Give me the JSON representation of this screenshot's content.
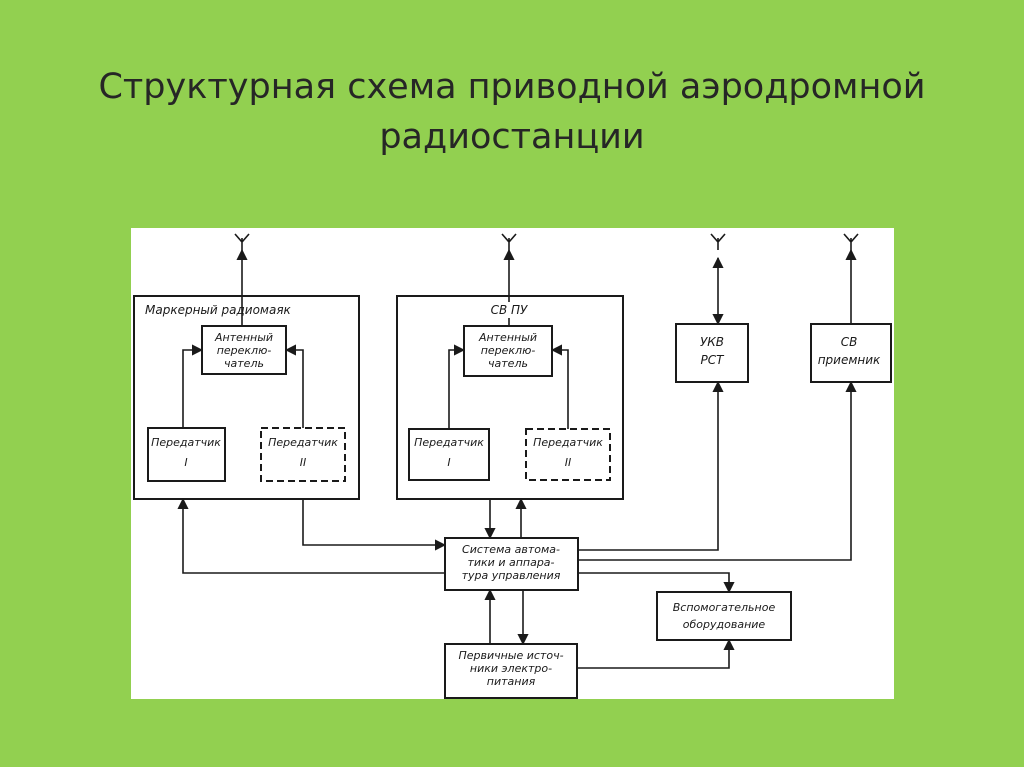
{
  "title_line1": "Структурная схема приводной аэродромной",
  "title_line2": "радиостанции",
  "diagram": {
    "marker": {
      "label": "Маркерный радиомаяк",
      "switch": [
        "Антенный",
        "переклю-",
        "чатель"
      ],
      "tx1": [
        "Передатчик",
        "I"
      ],
      "tx2": [
        "Передатчик",
        "II"
      ]
    },
    "svpu": {
      "label": "СВ ПУ",
      "switch": [
        "Антенный",
        "переклю-",
        "чатель"
      ],
      "tx1": [
        "Передатчик",
        "I"
      ],
      "tx2": [
        "Передатчик",
        "II"
      ]
    },
    "vhf": [
      "УКВ",
      "РСТ"
    ],
    "receiver": [
      "СВ",
      "приемник"
    ],
    "automation": [
      "Система автома-",
      "тики и аппара-",
      "тура управления"
    ],
    "auxiliary": [
      "Вспомогательное",
      "оборудование"
    ],
    "power": [
      "Первичные источ-",
      "ники электро-",
      "питания"
    ]
  },
  "colors": {
    "slide_background": "#92d050",
    "panel": "#ffffff",
    "ink": "#1a1a1a"
  }
}
